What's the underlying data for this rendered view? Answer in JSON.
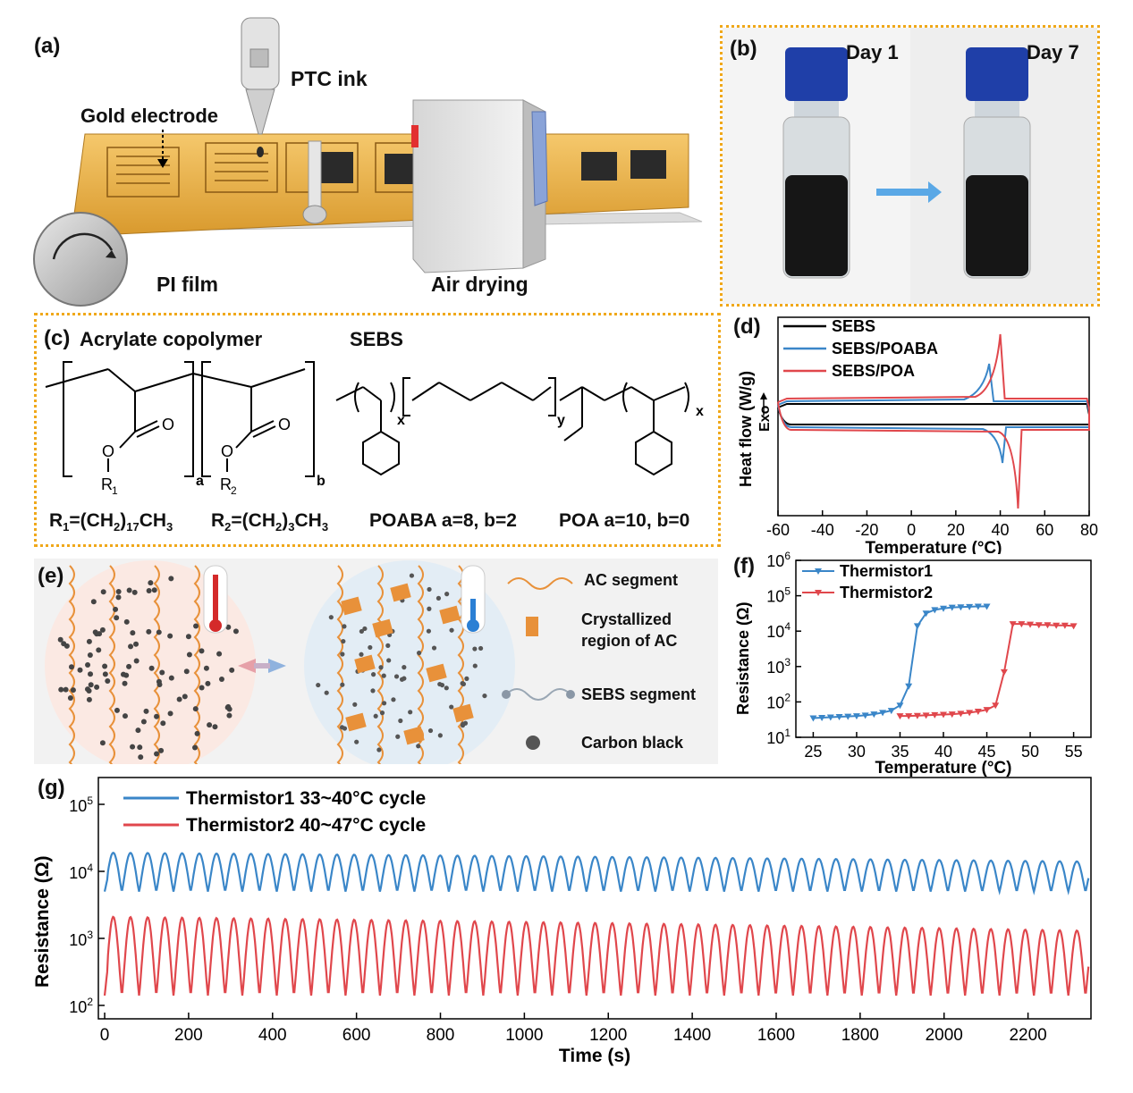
{
  "panel_a": {
    "label": "(a)",
    "ptc_ink": "PTC ink",
    "gold_electrode": "Gold electrode",
    "pi_film": "PI film",
    "air_drying": "Air drying"
  },
  "panel_b": {
    "label": "(b)",
    "day1": "Day 1",
    "day7": "Day 7"
  },
  "panel_c": {
    "label": "(c)",
    "acrylate_title": "Acrylate copolymer",
    "sebs_title": "SEBS",
    "subscript_a": "a",
    "subscript_b": "b",
    "subscript_x": "x",
    "subscript_y": "y",
    "r1_atom": "R",
    "r1_sub": "1",
    "r2_atom": "R",
    "r2_sub": "2",
    "oxygen": "O",
    "r1_def": {
      "pre": "R",
      "s1": "1",
      "mid": "=(CH",
      "s2": "2",
      "mid2": ")",
      "s3": "17",
      "post": "CH",
      "s4": "3"
    },
    "r2_def": {
      "pre": "R",
      "s1": "2",
      "mid": "=(CH",
      "s2": "2",
      "mid2": ")",
      "s3": "3",
      "post": "CH",
      "s4": "3"
    },
    "poaba_def": "POABA a=8, b=2",
    "poa_def": "POA a=10, b=0"
  },
  "panel_e": {
    "label": "(e)",
    "legend_ac": "AC segment",
    "legend_cryst_1": "Crystallized",
    "legend_cryst_2": "region of AC",
    "legend_sebs": "SEBS segment",
    "legend_cb": "Carbon black"
  },
  "chart_data": [
    {
      "panel": "(d)",
      "type": "line",
      "xlabel": "Temperature (°C)",
      "ylabel": "Heat flow (W/g)",
      "exo_label": "Exo",
      "xlim": [
        -60,
        80
      ],
      "xticks": [
        "-60",
        "-40",
        "-20",
        "0",
        "20",
        "40",
        "60",
        "80"
      ],
      "series": [
        {
          "name": "SEBS",
          "color": "#000000",
          "heating_peak_x": null,
          "cooling_peak_x": null
        },
        {
          "name": "SEBS/POABA",
          "color": "#3a86c8",
          "heating_peak_x": 35,
          "cooling_peak_x": 41
        },
        {
          "name": "SEBS/POA",
          "color": "#e0474c",
          "heating_peak_x": 40,
          "cooling_peak_x": 48
        }
      ]
    },
    {
      "panel": "(f)",
      "type": "line",
      "xlabel": "Temperature (°C)",
      "ylabel": "Resistance (Ω)",
      "yscale": "log",
      "xlim": [
        23,
        57
      ],
      "ylim_exp": [
        1,
        6
      ],
      "xticks": [
        "25",
        "30",
        "35",
        "40",
        "45",
        "50",
        "55"
      ],
      "yticks": [
        {
          "base": "10",
          "exp": "1"
        },
        {
          "base": "10",
          "exp": "2"
        },
        {
          "base": "10",
          "exp": "3"
        },
        {
          "base": "10",
          "exp": "4"
        },
        {
          "base": "10",
          "exp": "5"
        },
        {
          "base": "10",
          "exp": "6"
        }
      ],
      "series": [
        {
          "name": "Thermistor1",
          "color": "#3a86c8",
          "x": [
            25,
            26,
            27,
            28,
            29,
            30,
            31,
            32,
            33,
            34,
            35,
            36,
            37,
            38,
            39,
            40,
            41,
            42,
            43,
            44,
            45
          ],
          "y": [
            35,
            36,
            37,
            38,
            39,
            40,
            42,
            45,
            50,
            57,
            80,
            280,
            14000,
            32000,
            40000,
            44000,
            47000,
            48000,
            49000,
            50000,
            50000
          ]
        },
        {
          "name": "Thermistor2",
          "color": "#e0474c",
          "x": [
            35,
            36,
            37,
            38,
            39,
            40,
            41,
            42,
            43,
            44,
            45,
            46,
            47,
            48,
            49,
            50,
            51,
            52,
            53,
            54,
            55
          ],
          "y": [
            40,
            40,
            41,
            42,
            43,
            44,
            45,
            47,
            50,
            54,
            60,
            80,
            700,
            16000,
            16000,
            15500,
            15000,
            15000,
            14500,
            14500,
            14000
          ]
        }
      ]
    },
    {
      "panel": "(g)",
      "type": "line",
      "xlabel": "Time (s)",
      "ylabel": "Resistance (Ω)",
      "yscale": "log",
      "xlim": [
        -15,
        2350
      ],
      "ylim_exp": [
        1.8,
        5.4
      ],
      "xticks": [
        "0",
        "200",
        "400",
        "600",
        "800",
        "1000",
        "1200",
        "1400",
        "1600",
        "1800",
        "2000",
        "2200"
      ],
      "yticks": [
        {
          "base": "10",
          "exp": "2"
        },
        {
          "base": "10",
          "exp": "3"
        },
        {
          "base": "10",
          "exp": "4"
        },
        {
          "base": "10",
          "exp": "5"
        }
      ],
      "series": [
        {
          "name": "Thermistor1 33~40°C cycle",
          "color": "#3a86c8",
          "period_s": 41,
          "min": 5000,
          "max_start": 19000,
          "max_end": 14000
        },
        {
          "name": "Thermistor2 40~47°C cycle",
          "color": "#e0474c",
          "period_s": 41,
          "min": 140,
          "max_start": 2100,
          "max_end": 1300
        }
      ]
    }
  ]
}
